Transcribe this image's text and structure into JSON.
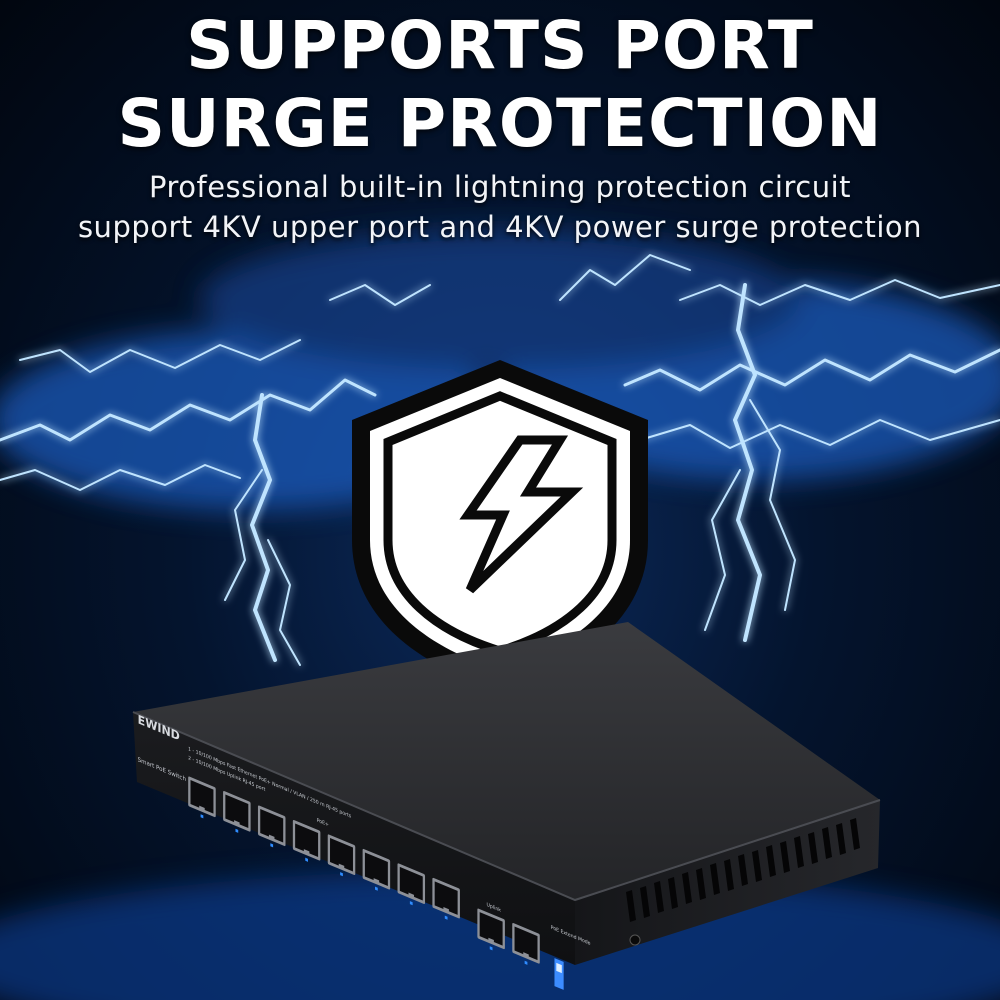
{
  "headline": {
    "line1": "SUPPORTS PORT",
    "line2": "SURGE PROTECTION"
  },
  "subheadline": {
    "line1": "Professional built-in lightning protection circuit",
    "line2": "support 4KV upper port and 4KV power surge protection"
  },
  "icons": {
    "shield": "shield-lightning-icon",
    "bolt": "lightning-bolt-icon"
  },
  "device": {
    "brand": "EWIND",
    "left_label": "Smart PoE Switch",
    "poe_label": "PoE+",
    "spec_line1": "1 - 10/100 Mbps Fast Ethernet PoE+ Normal / VLAN / 250 m RJ-45 ports",
    "spec_line2": "2 - 10/100 Mbps Uplink RJ-45 port",
    "uplink_label": "Uplink",
    "mode_label": "PoE Extend Mode",
    "poe_port_count": 8,
    "uplink_port_count": 2
  },
  "colors": {
    "background": "#04142e",
    "lightning": "#9fd6ff",
    "shield_fill": "#ffffff",
    "shield_outline": "#0a0a0a",
    "device_body": "#2a2b2e",
    "led": "#2f8cff"
  }
}
